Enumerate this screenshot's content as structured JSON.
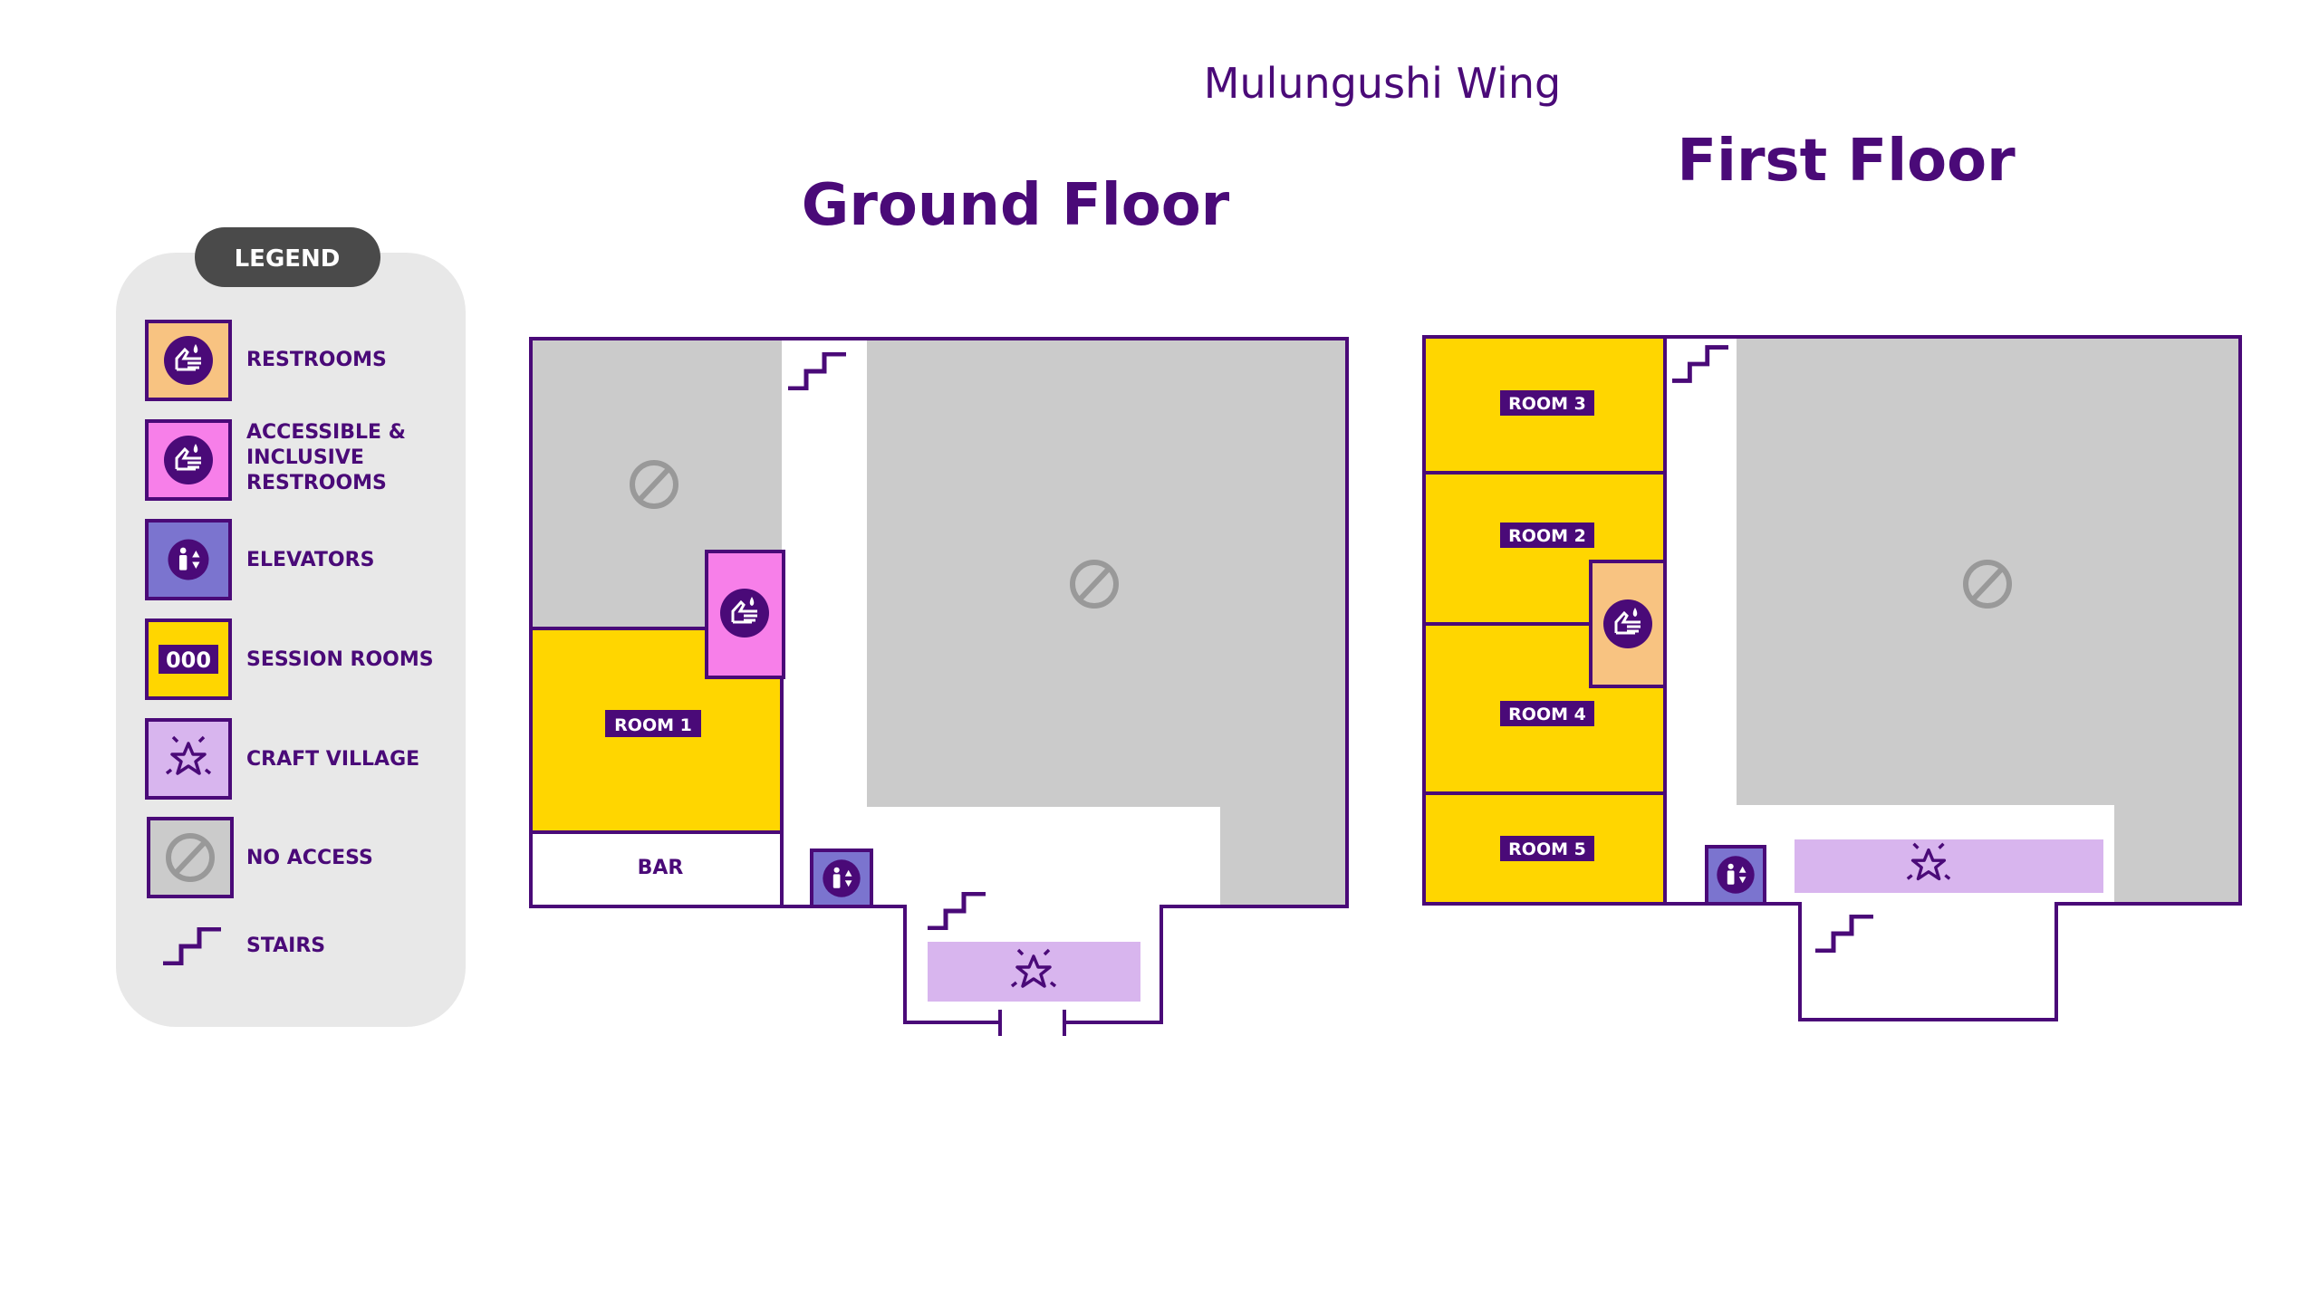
{
  "title": "Mulungushi Wing",
  "colors": {
    "purple": "#4a0a78",
    "session": "#ffd600",
    "restroom": "#f8c381",
    "accessible": "#f77fe9",
    "elevator": "#7b74cf",
    "craft": "#d8b5ee",
    "no_access": "#cbcbcb",
    "legend_bg": "#e8e8e8",
    "legend_pill": "#4a4a4a"
  },
  "legend": {
    "title": "LEGEND",
    "items": [
      {
        "icon": "restroom-icon",
        "label": "RESTROOMS"
      },
      {
        "icon": "accessible-restroom-icon",
        "label_lines": [
          "ACCESSIBLE &",
          "INCLUSIVE",
          "RESTROOMS"
        ]
      },
      {
        "icon": "elevator-icon",
        "label": "ELEVATORS"
      },
      {
        "icon": "session-room-icon",
        "label": "SESSION ROOMS",
        "sample": "000"
      },
      {
        "icon": "craft-village-icon",
        "label": "CRAFT VILLAGE"
      },
      {
        "icon": "no-access-icon",
        "label": "NO ACCESS"
      },
      {
        "icon": "stairs-icon",
        "label": "STAIRS"
      }
    ]
  },
  "ground_floor": {
    "title": "Ground Floor",
    "rooms": [
      "ROOM 1"
    ],
    "bar": "BAR"
  },
  "first_floor": {
    "title": "First Floor",
    "rooms": [
      "ROOM 3",
      "ROOM 2",
      "ROOM 4",
      "ROOM 5"
    ]
  }
}
